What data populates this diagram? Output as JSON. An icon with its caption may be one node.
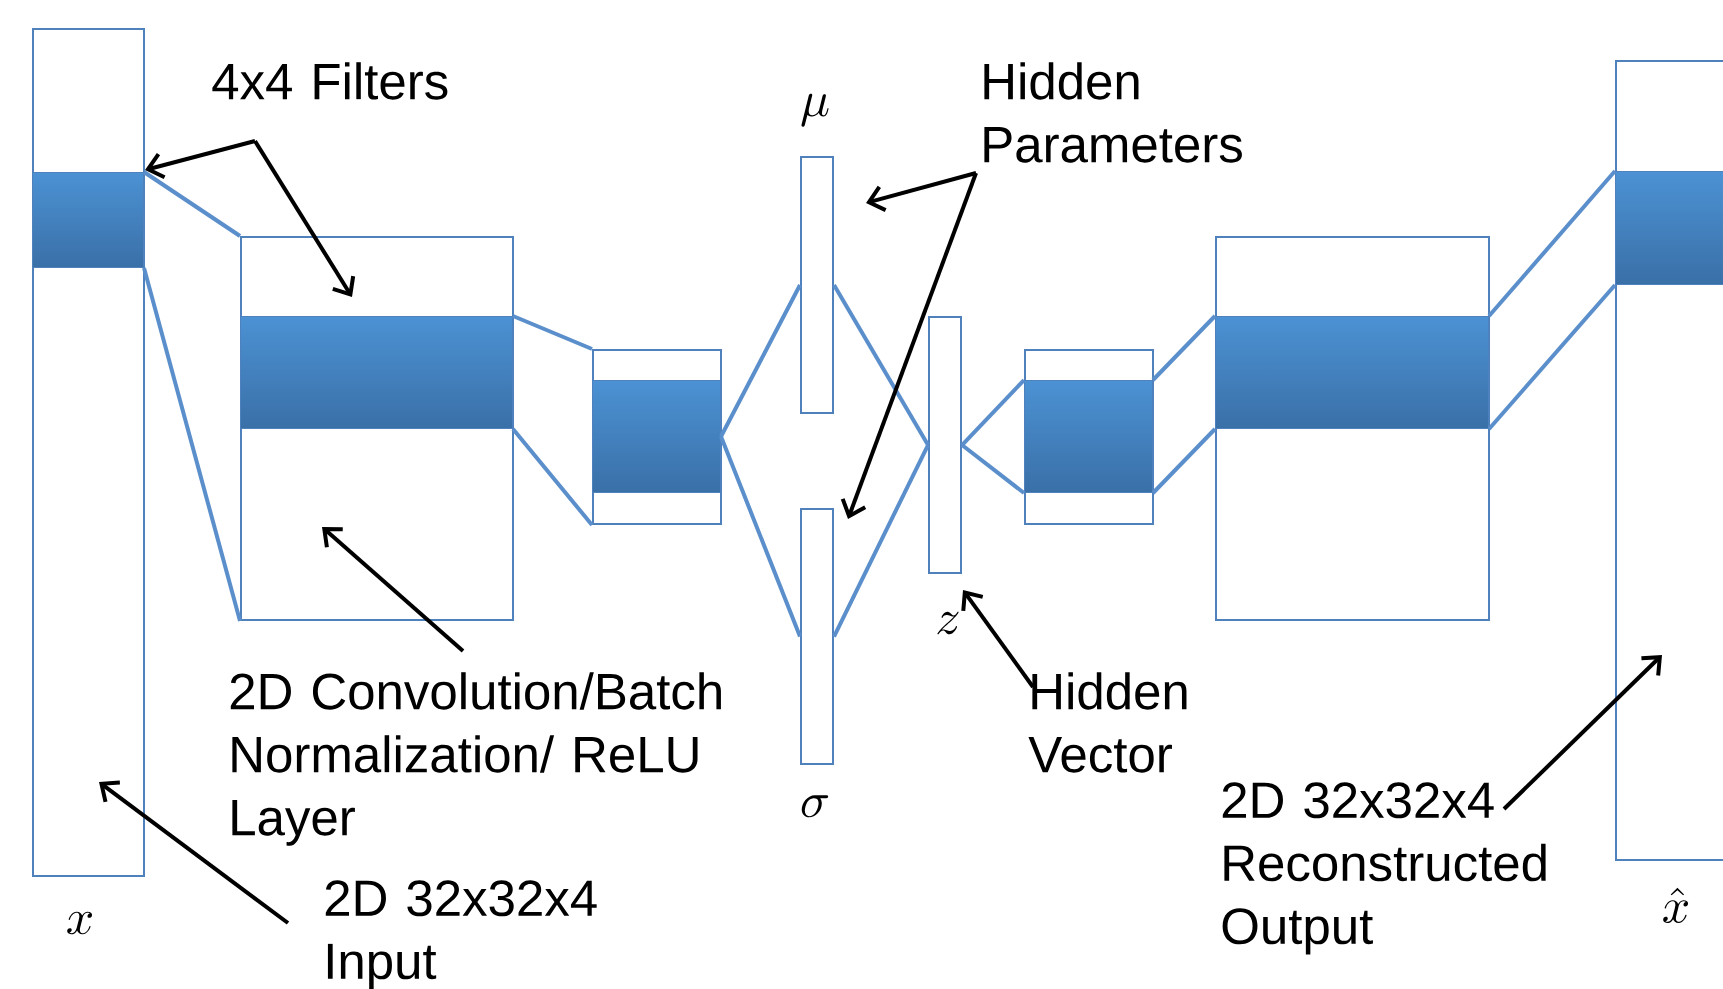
{
  "diagram": {
    "nodes": [
      {
        "text": [],
        "shape": "box",
        "beside": [
          "x"
        ]
      },
      {
        "text": [],
        "shape": "bar",
        "in": 0
      },
      {
        "text": [],
        "shape": "box"
      },
      {
        "text": [],
        "shape": "bar",
        "in": 2
      },
      {
        "text": [],
        "shape": "box"
      },
      {
        "text": [],
        "shape": "bar",
        "in": 4
      },
      {
        "text": [],
        "shape": "box",
        "beside": [
          "\\mu"
        ]
      },
      {
        "text": [],
        "shape": "box",
        "beside": [
          "\\sigma"
        ]
      },
      {
        "text": [],
        "shape": "box",
        "beside": [
          "z"
        ]
      },
      {
        "text": [],
        "shape": "box"
      },
      {
        "text": [],
        "shape": "bar",
        "in": 9
      },
      {
        "text": [],
        "shape": "box"
      },
      {
        "text": [],
        "shape": "bar",
        "in": 11
      },
      {
        "text": [],
        "shape": "box",
        "beside": [
          "\\hat{x}"
        ]
      },
      {
        "text": [],
        "shape": "bar",
        "in": 13
      },
      {
        "text": [
          "4x4 Filters"
        ]
      },
      {
        "text": [
          "Hidden Parameters"
        ]
      },
      {
        "text": [
          "2D Convolution/Batch Normalization/ ReLU Layer"
        ]
      },
      {
        "text": [
          "2D 32x32x4 Input"
        ]
      },
      {
        "text": [
          "Hidden Vector"
        ]
      },
      {
        "text": [
          "2D 32x32x4 Reconstructed Output"
        ]
      }
    ],
    "edges": [
      {
        "from": 1,
        "to": 2,
        "arrow": "none"
      },
      {
        "from": 1,
        "to": 2,
        "arrow": "none"
      },
      {
        "from": 3,
        "to": 4,
        "arrow": "none"
      },
      {
        "from": 3,
        "to": 4,
        "arrow": "none"
      },
      {
        "from": 5,
        "to": 6,
        "arrow": "none"
      },
      {
        "from": 5,
        "to": 7,
        "arrow": "none"
      },
      {
        "from": 6,
        "to": 8,
        "arrow": "none"
      },
      {
        "from": 7,
        "to": 8,
        "arrow": "none"
      },
      {
        "from": 8,
        "to": 10,
        "arrow": "none"
      },
      {
        "from": 8,
        "to": 10,
        "arrow": "none"
      },
      {
        "from": 10,
        "to": 12,
        "arrow": "none"
      },
      {
        "from": 10,
        "to": 12,
        "arrow": "none"
      },
      {
        "from": 12,
        "to": 14,
        "arrow": "none"
      },
      {
        "from": 12,
        "to": 14,
        "arrow": "none"
      },
      {
        "from": 15,
        "to": 1,
        "arrow": "to",
        "color": "#000000"
      },
      {
        "from": 15,
        "to": 3,
        "arrow": "to",
        "color": "#000000"
      },
      {
        "from": 16,
        "to": 6,
        "arrow": "to",
        "color": "#000000"
      },
      {
        "from": 16,
        "to": 7,
        "arrow": "to",
        "color": "#000000"
      },
      {
        "from": 17,
        "to": 2,
        "arrow": "to",
        "color": "#000000"
      },
      {
        "from": 18,
        "to": 0,
        "arrow": "to",
        "color": "#000000"
      },
      {
        "from": 19,
        "to": 8,
        "arrow": "to",
        "color": "#000000"
      },
      {
        "from": 20,
        "to": 13,
        "arrow": "to",
        "color": "#000000"
      }
    ]
  }
}
